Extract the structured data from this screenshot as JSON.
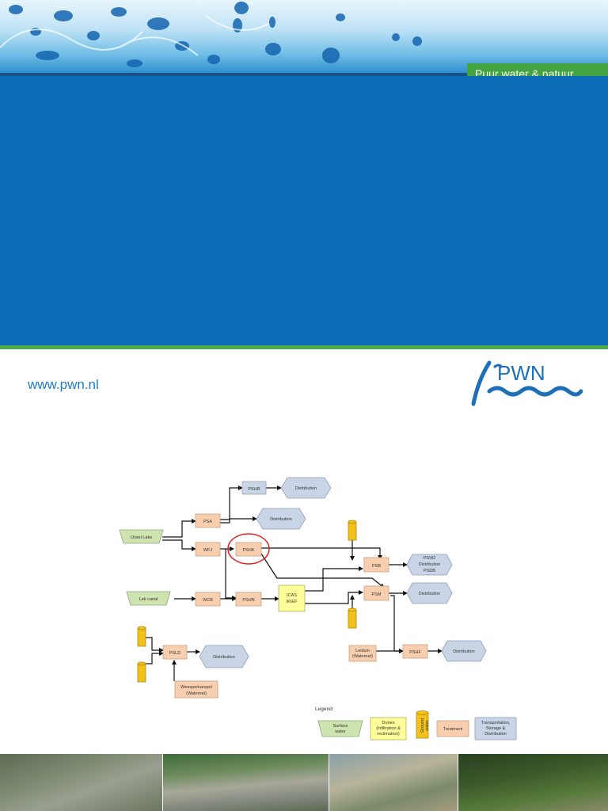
{
  "brand": {
    "tagline": "Puur water & natuur",
    "url": "www.pwn.nl",
    "logo_text": "PWN"
  },
  "colors": {
    "panel_blue": "#0b6bb8",
    "tagline_green": "#43a341",
    "surface_water": "#cfe3b0",
    "dunes": "#ffff99",
    "ground_water": "#f2c21a",
    "treatment": "#f8cfae",
    "transport": "#c9d5e6",
    "highlight": "#e31e1e"
  },
  "diagram": {
    "nodes": {
      "ijssel_lake": "IJssel Lake",
      "lek_canal": "Lek canal",
      "psa": "PSA",
      "wfj": "WFJ",
      "wcb": "WCB",
      "pshr": "PSHR",
      "pshk": "PSHK",
      "pshn": "PSHN",
      "icas": "ICAS\nIKIEF",
      "psb": "PSB",
      "psm": "PSM",
      "pshf": "PSHF",
      "psld": "PSLD",
      "leiduin": "Leiduin\n(Waternet)",
      "weesperkarspel": "Weesperkarspel\n(Waternet)",
      "dist_pshr": "Distribution",
      "dist_psa": "Distribution",
      "dist_psb": "PSHD\nDistribution\nPSDB",
      "dist_psm": "Distribution",
      "dist_pshf": "Distribution",
      "dist_psld": "Distribution"
    },
    "legend": {
      "title": "Legend:",
      "surface_water": "Surface\nwater",
      "dunes": "Dunes\n(infiltration &\nreclimation)",
      "ground_water": "Ground\nwater",
      "treatment": "Treatment",
      "transport": "Transportation,\nStorage &\nDistribution"
    }
  },
  "photos": [
    {
      "icon": "aerial-landscape-photo"
    },
    {
      "icon": "treatment-plant-photo"
    },
    {
      "icon": "dunes-photo"
    },
    {
      "icon": "forest-photo"
    }
  ]
}
